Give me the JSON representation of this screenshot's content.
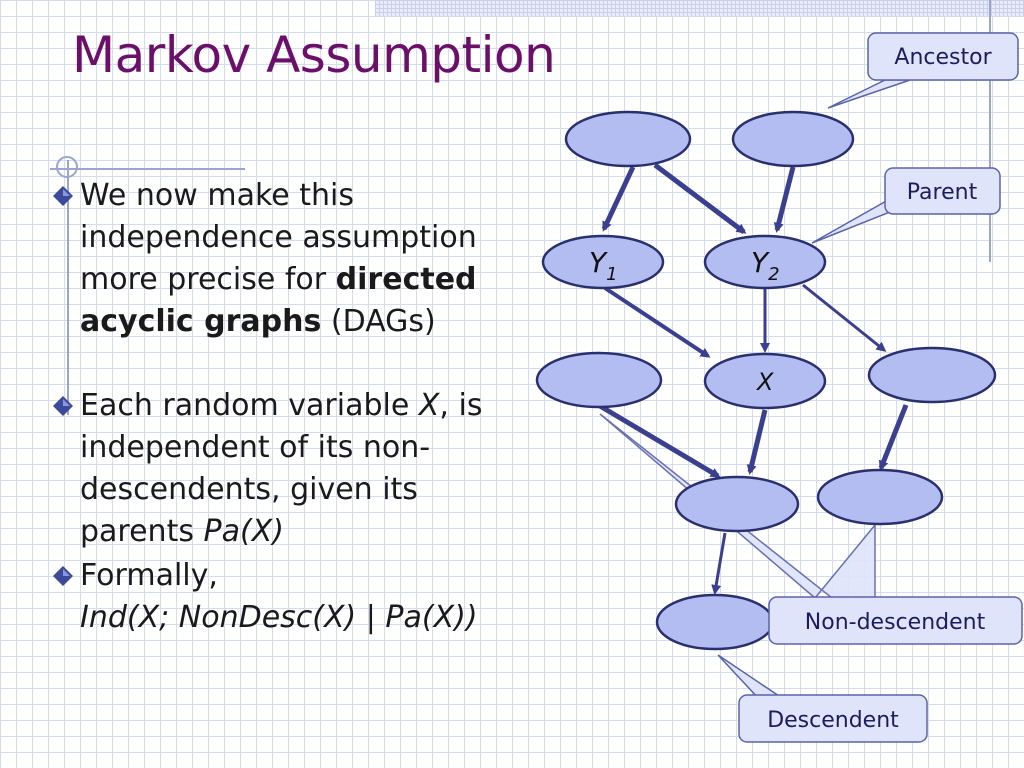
{
  "slide": {
    "title": "Markov Assumption",
    "bullets": [
      {
        "parts": [
          "We now make this independence assumption more precise for ",
          "directed acyclic graphs",
          " (DAGs)"
        ]
      },
      {
        "parts": [
          "Each random variable ",
          "X",
          ", is independent of its non-descendents, given its parents ",
          "Pa(X)"
        ]
      },
      {
        "parts": [
          "Formally,",
          "Ind(X; NonDesc(X) | Pa(X))"
        ]
      }
    ]
  },
  "diagram": {
    "node_labels": {
      "y1_main": "Y",
      "y1_sub": "1",
      "y2_main": "Y",
      "y2_sub": "2",
      "x": "X"
    },
    "callouts": {
      "ancestor": "Ancestor",
      "parent": "Parent",
      "non_descendent": "Non-descendent",
      "descendent": "Descendent"
    },
    "colors": {
      "title": "#6b0f6b",
      "node_fill": "#b3bdf1",
      "node_stroke": "#2a2f6e",
      "edge": "#3b3f8f",
      "callout_fill": "#dfe4fb",
      "callout_stroke": "#5a63a8"
    }
  }
}
